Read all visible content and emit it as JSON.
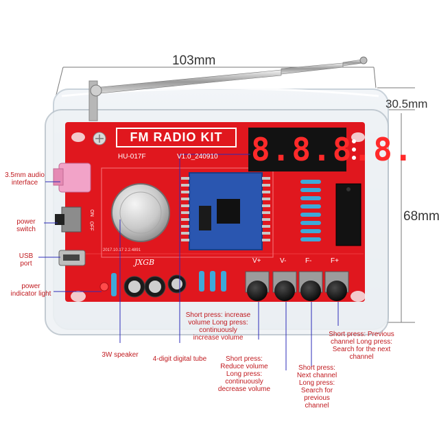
{
  "dimensions": {
    "width": "103mm",
    "depth": "30.5mm",
    "height": "68mm"
  },
  "board": {
    "title": "FM RADIO KIT",
    "model": "HU-017F",
    "version": "V1.0_240910",
    "display_digits": "8.8.8.8.",
    "button_labels": [
      "V+",
      "V-",
      "F-",
      "F+"
    ],
    "silk_date": "2017.10.17 2.2.4891",
    "logo_text": "JXGB"
  },
  "left_labels": {
    "audio": "3.5mm audio interface",
    "power_switch": "power switch",
    "usb": "USB port",
    "indicator": "power indicator light"
  },
  "switch_labels": {
    "on": "ON",
    "off": "OFF"
  },
  "bottom_labels": {
    "speaker": "3W speaker",
    "tube": "4-digit digital tube"
  },
  "button_callouts": {
    "vplus": "Short press: increase volume Long press: continuously increase volume",
    "vminus": "Short press: Reduce volume Long press: continuously decrease volume",
    "fminus": "Short press: Next channel Long press: Search for previous channel",
    "fplus": "Short press: Previous channel Long press: Search for the next channel"
  },
  "colors": {
    "pcb": "#e0171e",
    "pcb_dark": "#b80e14",
    "module": "#2a56b0",
    "display": "#121212",
    "digit_on": "#ff2a2a",
    "callout_text": "#c0191e",
    "acrylic": "#dfe7ee"
  }
}
